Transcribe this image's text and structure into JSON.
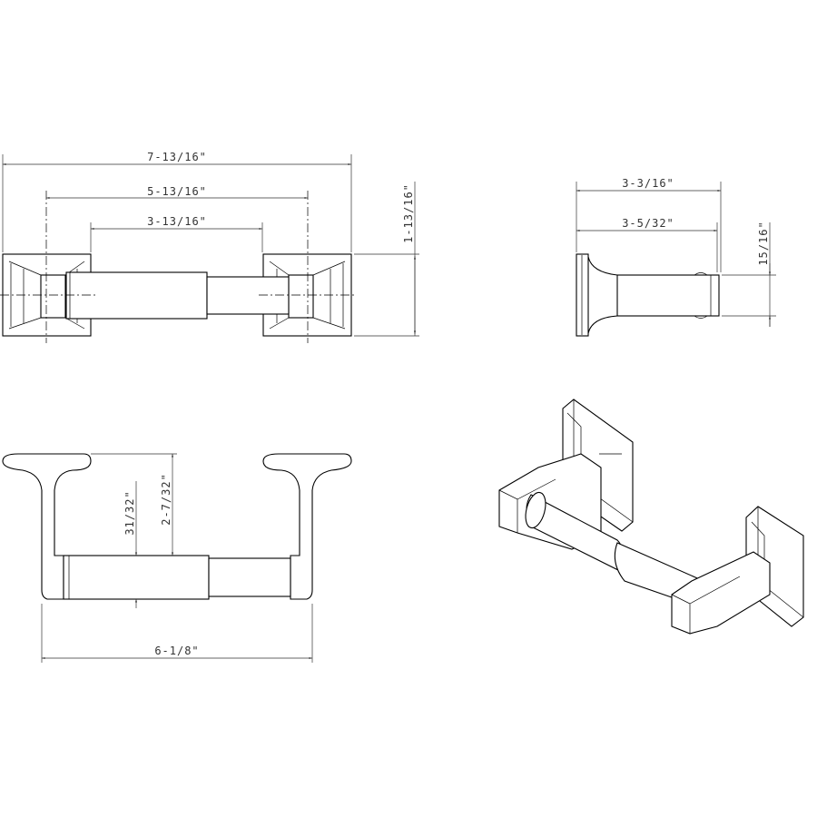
{
  "front_view": {
    "dim_overall_width": "7-13/16\"",
    "dim_center_to_center": "5-13/16\"",
    "dim_inner_width": "3-13/16\"",
    "dim_plate_height": "1-13/16\""
  },
  "side_view": {
    "dim_overall_projection": "3-3/16\"",
    "dim_roller_projection": "3-5/32\"",
    "dim_roller_diameter": "15/16\""
  },
  "top_view": {
    "dim_roller_drop": "31/32\"",
    "dim_overall_drop": "2-7/32\"",
    "dim_roller_length": "6-1/8\""
  },
  "colors": {
    "line": "#000000",
    "dimension": "#333333",
    "background": "#ffffff"
  }
}
